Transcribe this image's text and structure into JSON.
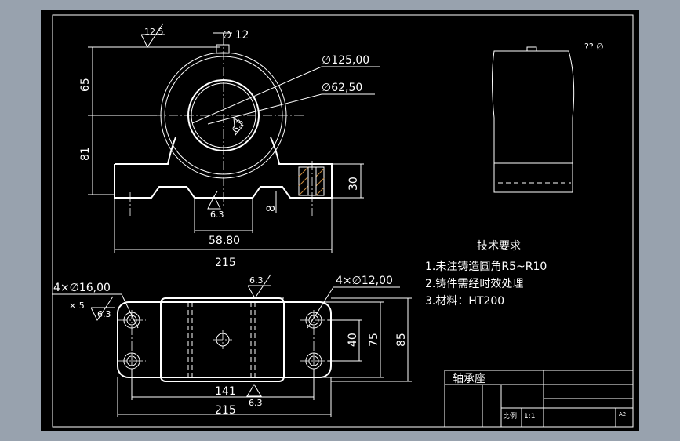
{
  "drawing": {
    "title_block": {
      "part_name": "轴承座",
      "scale_label": "比例",
      "scale_value": "1:1",
      "sheet_code": "A2"
    },
    "tech_requirements": {
      "heading": "技术要求",
      "items": [
        "1.未注铸造圆角R5~R10",
        "2.铸件需经时效处理",
        "3.材料：HT200"
      ]
    },
    "dimensions": {
      "front": {
        "roughness_top": "12.5",
        "oil_hole": "∅ 12",
        "outer_dia": "∅125,00",
        "bore_dia": "∅62,50",
        "height_upper": "65",
        "height_lower": "81",
        "base_thickness": "30",
        "recess_depth": "8",
        "recess_width": "58.80",
        "overall_length": "215",
        "roughness_bore": "6.3",
        "roughness_recess": "6.3"
      },
      "top": {
        "large_holes": "4×∅16,00",
        "large_holes_depth": "× 5",
        "small_holes": "4×∅12,00",
        "hole_spacing_y_inner": "40",
        "hole_spacing_y": "75",
        "width": "85",
        "hole_spacing_x": "141",
        "overall_length": "215",
        "roughness_top": "6.3",
        "roughness_left": "6.3",
        "roughness_bottom": "6.3"
      },
      "side": {
        "roughness_note": "?? ∅"
      }
    }
  }
}
